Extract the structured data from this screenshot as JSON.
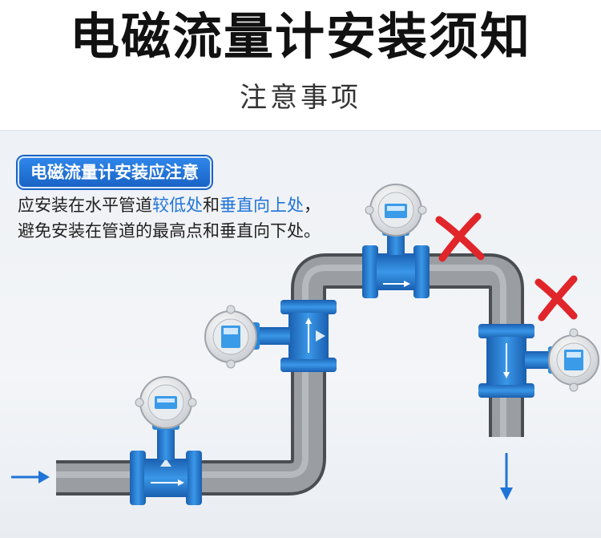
{
  "header": {
    "title": "电磁流量计安装须知",
    "subtitle": "注意事项"
  },
  "callout": {
    "badge": "电磁流量计安装应注意",
    "text_parts": [
      "应安装在水平管道",
      "较低处",
      "和",
      "垂直向上处",
      "，避免安装在管道的最高点和垂直向下处。"
    ]
  },
  "colors": {
    "accent": "#1f74d8",
    "wrong": "#e0262b",
    "pipe": "#8b8f95",
    "meter_blue": "#2a86d8"
  },
  "marks": {
    "wrong_top": "wrong-mark",
    "wrong_down": "wrong-mark"
  }
}
